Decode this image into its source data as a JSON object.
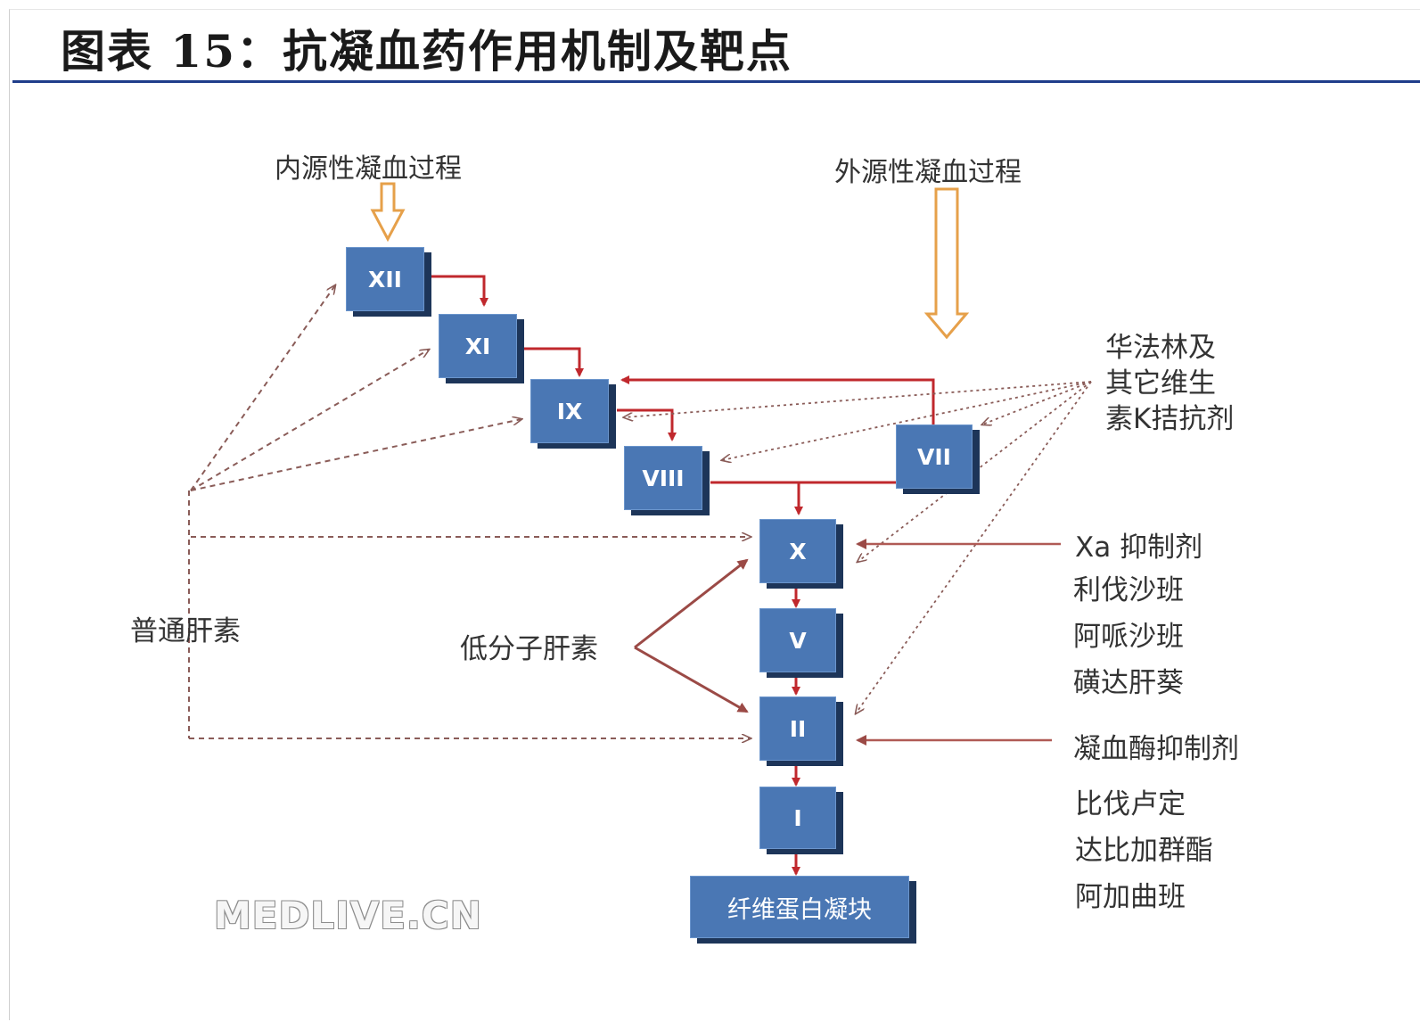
{
  "title": "图表 15：抗凝血药作用机制及靶点",
  "colors": {
    "title_rule": "#1f3d8a",
    "box_fill": "#4a77b4",
    "box_shadow": "#1d3559",
    "cascade_arrow": "#c0282d",
    "inhibitor_arrow": "#b05a55",
    "dotted_arrow": "#8a5c58",
    "source_arrow": "#e6a04a"
  },
  "sources": {
    "intrinsic": "内源性凝血过程",
    "extrinsic": "外源性凝血过程"
  },
  "factors": {
    "xii": "XII",
    "xi": "XI",
    "ix": "IX",
    "viii": "VIII",
    "vii": "VII",
    "x": "X",
    "v": "V",
    "ii": "II",
    "i": "I",
    "fibrin": "纤维蛋白凝块"
  },
  "drugs": {
    "heparin": "普通肝素",
    "lmwh": "低分子肝素",
    "warfarin": [
      "华法林及",
      "其它维生",
      "素K拮抗剂"
    ],
    "xa_inhibitors": [
      "Xa 抑制剂",
      "利伐沙班",
      "阿哌沙班",
      "磺达肝葵"
    ],
    "thrombin_inhibitors": [
      "凝血酶抑制剂",
      "比伐卢定",
      "达比加群酯",
      "阿加曲班"
    ]
  },
  "watermark": "MEDLIVE.CN"
}
